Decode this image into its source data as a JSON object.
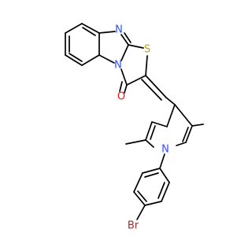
{
  "colors": {
    "bond": "#000000",
    "N": "#3050F8",
    "O": "#FF0D0D",
    "S": "#C8A000",
    "Br": "#A62929",
    "background": "#ffffff"
  },
  "atoms": {
    "N_imine": "N",
    "N_core": "N",
    "N_pyrrole": "N",
    "S": "S",
    "O": "O",
    "Br": "Br"
  }
}
